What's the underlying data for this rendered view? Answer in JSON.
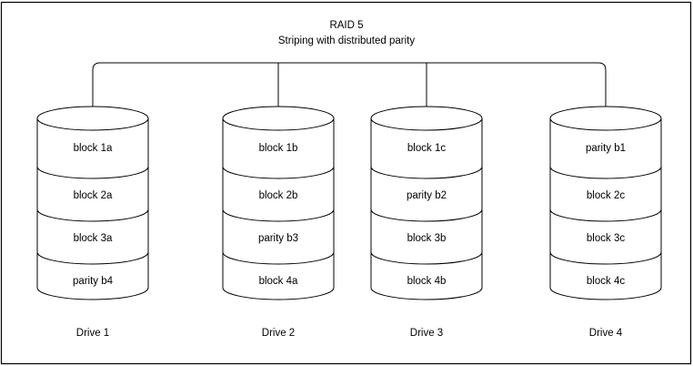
{
  "diagram": {
    "title_line1": "RAID 5",
    "title_line2": "Striping with distributed parity",
    "stroke_color": "#000000",
    "background_color": "#ffffff",
    "frame_border_color": "#000000"
  },
  "bus": {
    "name": "raid-controller-bus"
  },
  "drives": [
    {
      "label": "Drive 1",
      "blocks": [
        {
          "label": "block 1a"
        },
        {
          "label": "block 2a"
        },
        {
          "label": "block 3a"
        },
        {
          "label": "parity b4"
        }
      ]
    },
    {
      "label": "Drive 2",
      "blocks": [
        {
          "label": "block 1b"
        },
        {
          "label": "block 2b"
        },
        {
          "label": "parity b3"
        },
        {
          "label": "block 4a"
        }
      ]
    },
    {
      "label": "Drive 3",
      "blocks": [
        {
          "label": "block 1c"
        },
        {
          "label": "parity b2"
        },
        {
          "label": "block 3b"
        },
        {
          "label": "block 4b"
        }
      ]
    },
    {
      "label": "Drive 4",
      "blocks": [
        {
          "label": "parity b1"
        },
        {
          "label": "block 2c"
        },
        {
          "label": "block 3c"
        },
        {
          "label": "block 4c"
        }
      ]
    }
  ]
}
